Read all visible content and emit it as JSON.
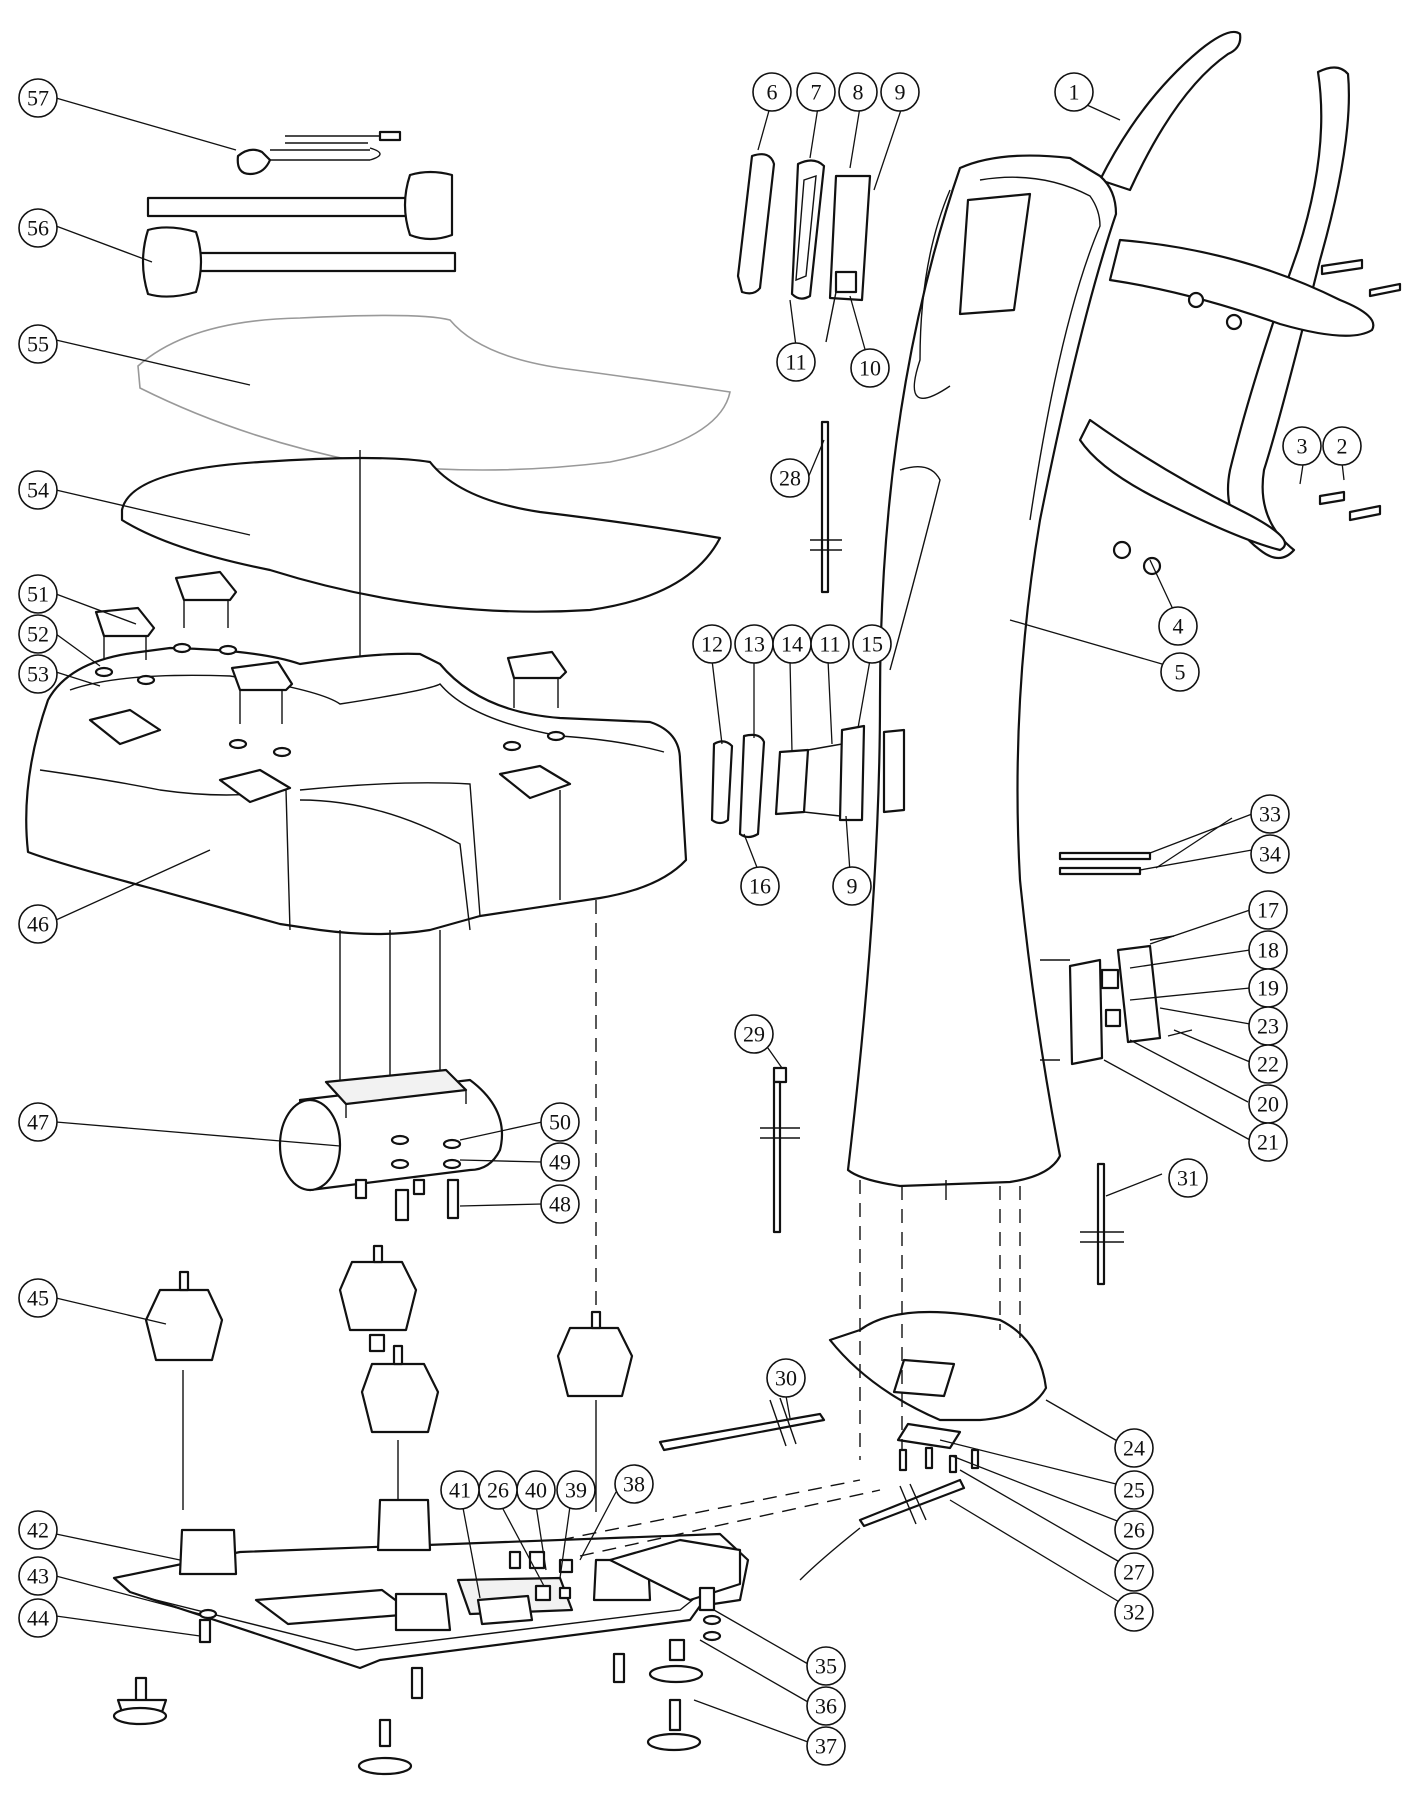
{
  "callouts": [
    {
      "label": "1"
    },
    {
      "label": "2"
    },
    {
      "label": "3"
    },
    {
      "label": "4"
    },
    {
      "label": "5"
    },
    {
      "label": "6"
    },
    {
      "label": "7"
    },
    {
      "label": "8"
    },
    {
      "label": "9"
    },
    {
      "label": "10"
    },
    {
      "label": "11"
    },
    {
      "label": "12"
    },
    {
      "label": "13"
    },
    {
      "label": "14"
    },
    {
      "label": "11"
    },
    {
      "label": "15"
    },
    {
      "label": "16"
    },
    {
      "label": "9"
    },
    {
      "label": "17"
    },
    {
      "label": "18"
    },
    {
      "label": "19"
    },
    {
      "label": "23"
    },
    {
      "label": "22"
    },
    {
      "label": "20"
    },
    {
      "label": "21"
    },
    {
      "label": "24"
    },
    {
      "label": "25"
    },
    {
      "label": "26"
    },
    {
      "label": "27"
    },
    {
      "label": "28"
    },
    {
      "label": "29"
    },
    {
      "label": "30"
    },
    {
      "label": "31"
    },
    {
      "label": "32"
    },
    {
      "label": "33"
    },
    {
      "label": "34"
    },
    {
      "label": "35"
    },
    {
      "label": "36"
    },
    {
      "label": "37"
    },
    {
      "label": "38"
    },
    {
      "label": "39"
    },
    {
      "label": "40"
    },
    {
      "label": "26"
    },
    {
      "label": "41"
    },
    {
      "label": "42"
    },
    {
      "label": "43"
    },
    {
      "label": "44"
    },
    {
      "label": "45"
    },
    {
      "label": "46"
    },
    {
      "label": "47"
    },
    {
      "label": "48"
    },
    {
      "label": "49"
    },
    {
      "label": "50"
    },
    {
      "label": "51"
    },
    {
      "label": "52"
    },
    {
      "label": "53"
    },
    {
      "label": "54"
    },
    {
      "label": "55"
    },
    {
      "label": "56"
    },
    {
      "label": "57"
    }
  ]
}
